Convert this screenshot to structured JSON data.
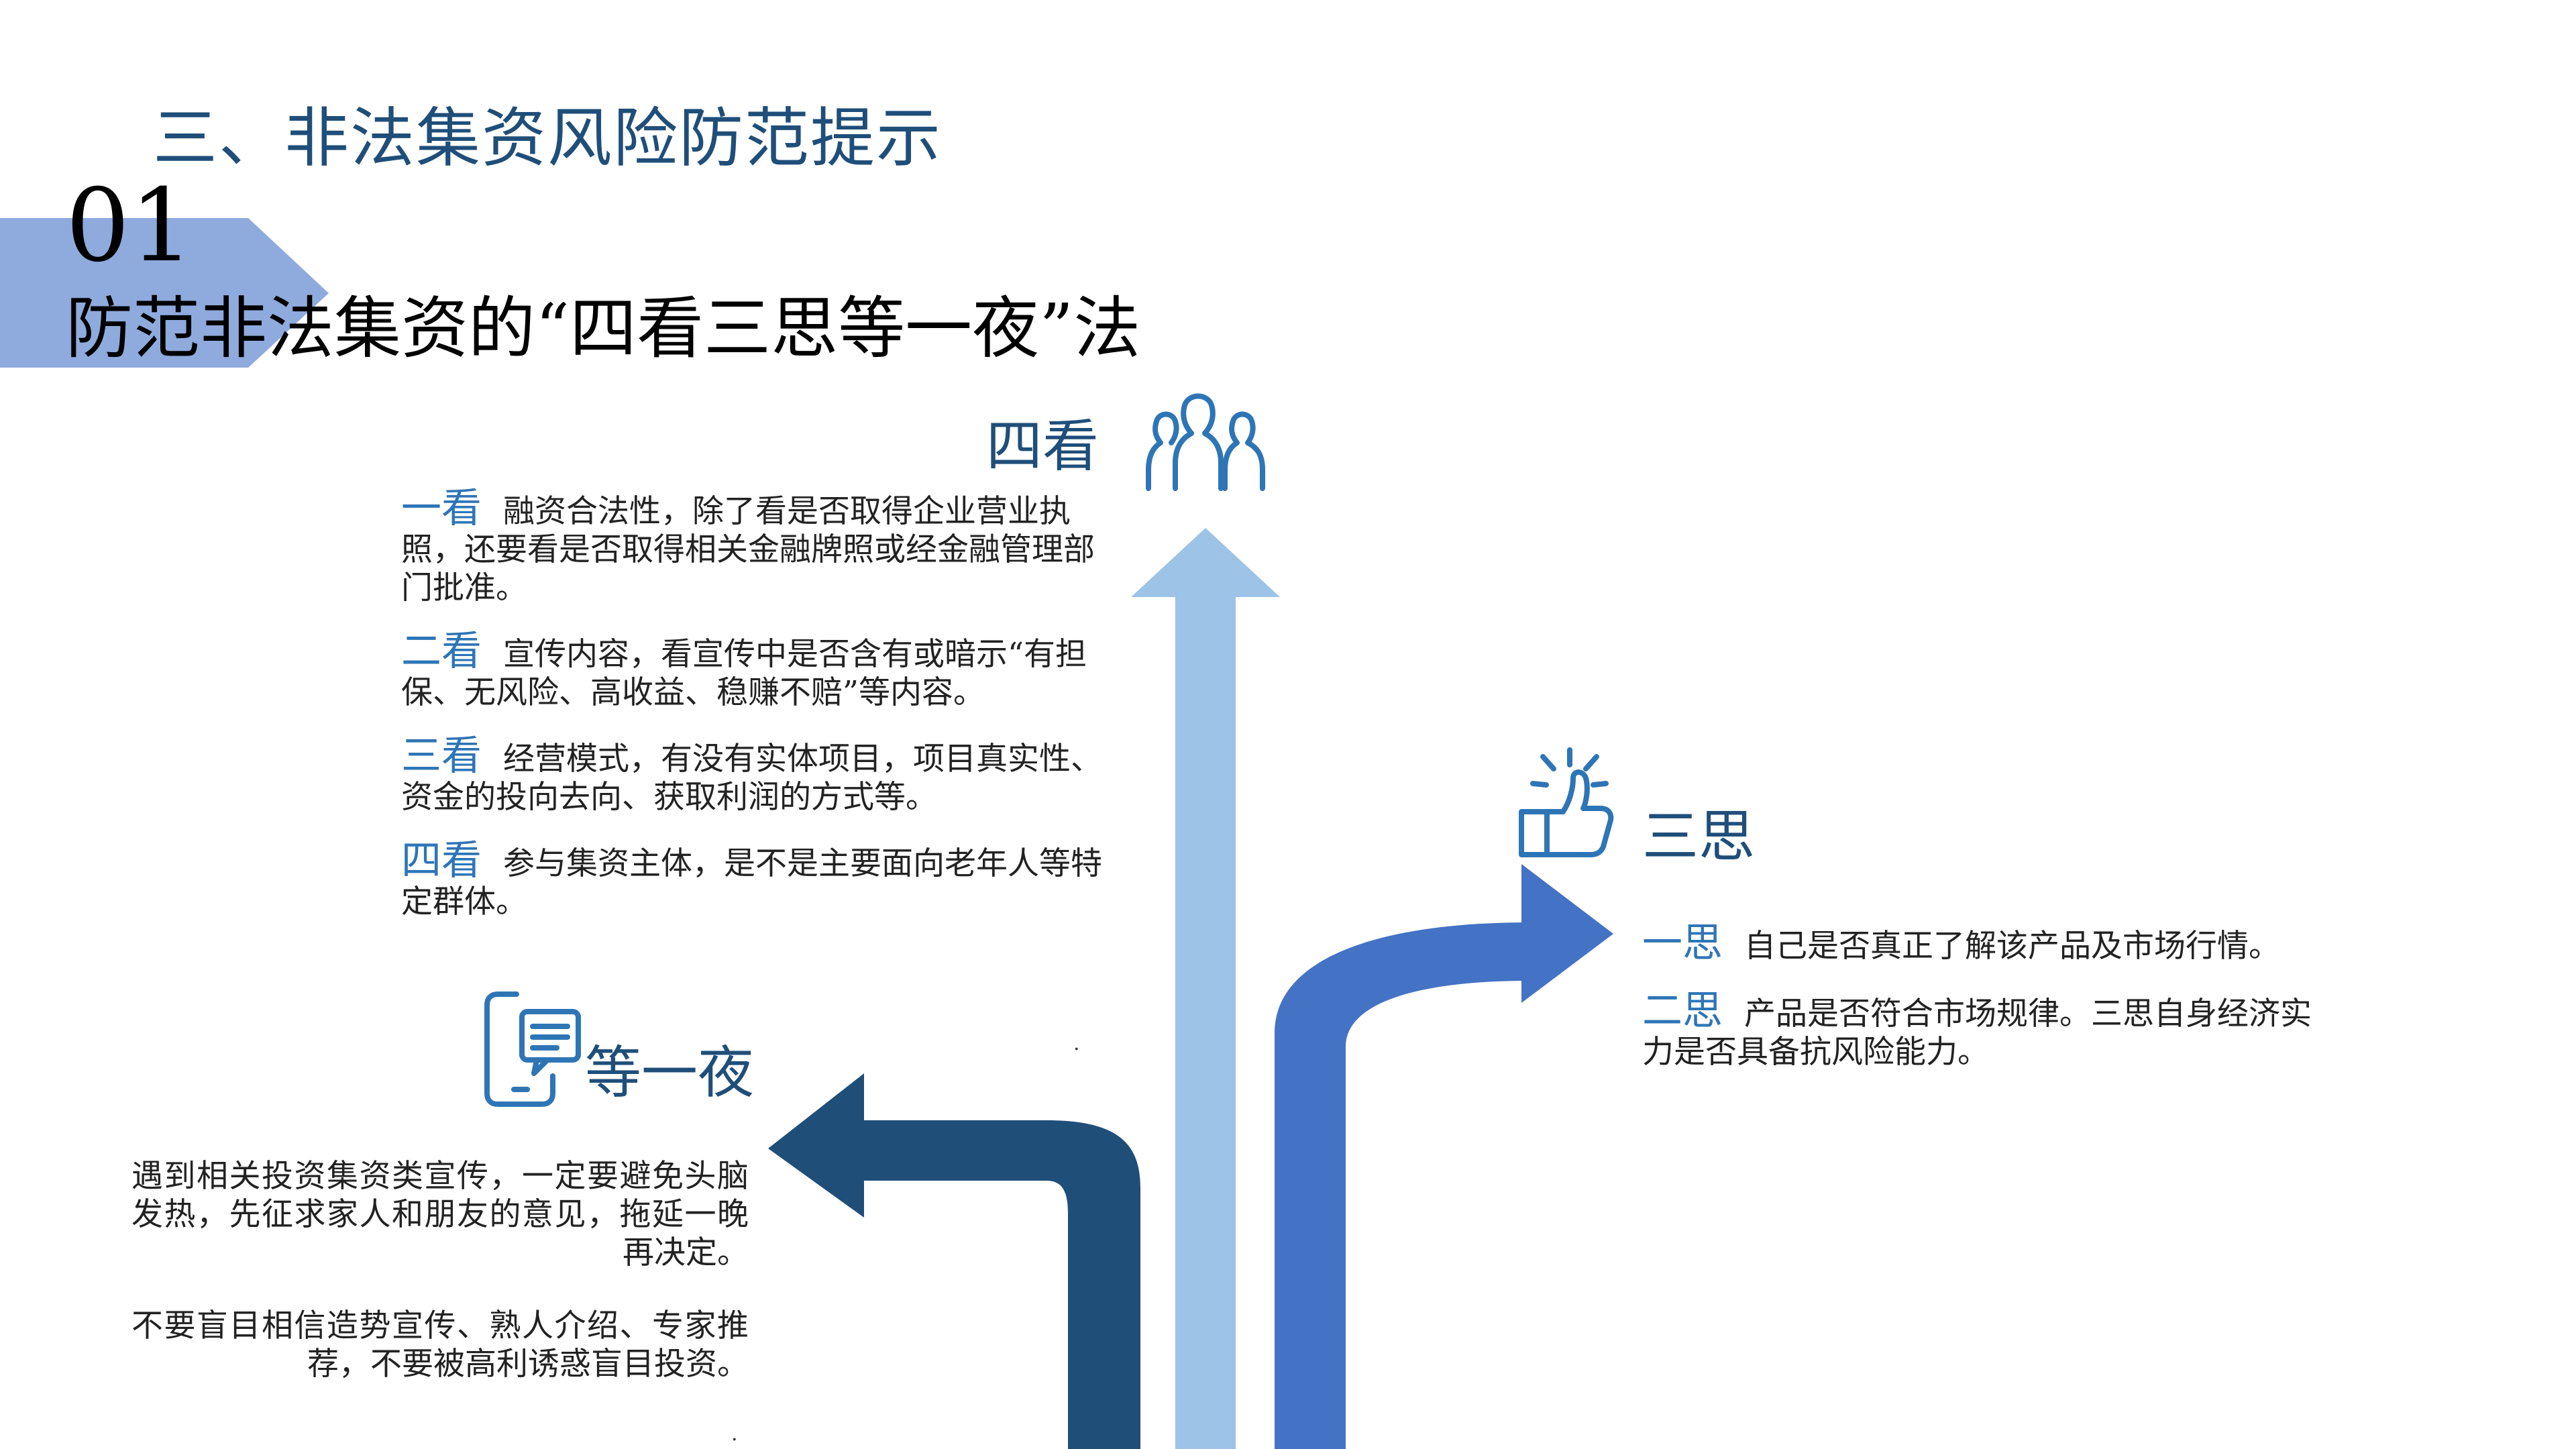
{
  "page": {
    "title": "三、非法集资风险防范提示"
  },
  "section": {
    "number": "01",
    "title": "防范非法集资的“四看三思等一夜”法"
  },
  "sikan": {
    "heading": "四看",
    "icon": "people-icon",
    "items": [
      {
        "label": "一看",
        "text": "融资合法性，除了看是否取得企业营业执照，还要看是否取得相关金融牌照或经金融管理部门批准。"
      },
      {
        "label": "二看",
        "text": "宣传内容，看宣传中是否含有或暗示“有担保、无风险、高收益、稳赚不赔”等内容。"
      },
      {
        "label": "三看",
        "text": "经营模式，有没有实体项目，项目真实性、资金的投向去向、获取利润的方式等。"
      },
      {
        "label": "四看",
        "text": "参与集资主体，是不是主要面向老年人等特定群体。"
      }
    ]
  },
  "sansi": {
    "heading": "三思",
    "icon": "thumbs-up-icon",
    "items": [
      {
        "label": "一思",
        "text": "自己是否真正了解该产品及市场行情。"
      },
      {
        "label": "二思",
        "text": "产品是否符合市场规律。三思自身经济实力是否具备抗风险能力。"
      }
    ]
  },
  "dengyiye": {
    "heading": "等一夜",
    "icon": "phone-chat-icon",
    "paragraphs": [
      "遇到相关投资集资类宣传，一定要避免头脑发热，先征求家人和朋友的意见，拖延一晚再决定。",
      "不要盲目相信造势宣传、熟人介绍、专家推荐，不要被高利诱惑盲目投资。"
    ]
  },
  "colors": {
    "title": "#1f4e79",
    "banner": "#8faadc",
    "arrow_light": "#9dc3e6",
    "arrow_mid": "#4472c4",
    "arrow_dark": "#1f4e79",
    "icon": "#2e75b6",
    "label": "#2e75b6"
  },
  "marks": {
    "dot": "."
  }
}
